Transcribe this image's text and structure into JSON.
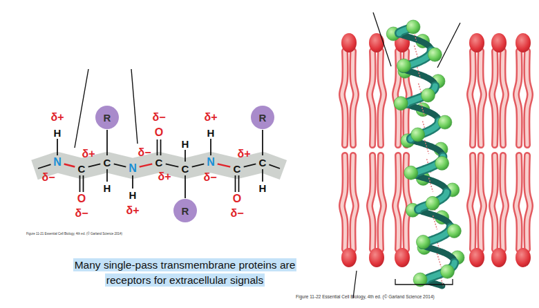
{
  "diagram": {
    "nodes": [
      {
        "text": [
          "R"
        ]
      },
      {
        "text": [
          "R"
        ]
      },
      {
        "text": [
          "R"
        ]
      }
    ],
    "labels": [
      "δ+",
      "H",
      "N",
      "δ−",
      "δ+",
      "C",
      "O",
      "δ−",
      "C",
      "H",
      "δ−",
      "N",
      "H",
      "δ+",
      "δ−",
      "O",
      "C",
      "δ+",
      "H",
      "C",
      "δ+",
      "H",
      "N",
      "δ−",
      "δ+",
      "C",
      "O",
      "δ−",
      "C",
      "H",
      "Figure 11-21 Essential Cell Biology, 4th ed. (© Garland Science 2014)",
      "Many single-pass transmembrane proteins are receptors for extracellular signals",
      "Figure 11-22 Essential Cell Biology, 4th ed. (© Garland Science 2014)"
    ]
  }
}
